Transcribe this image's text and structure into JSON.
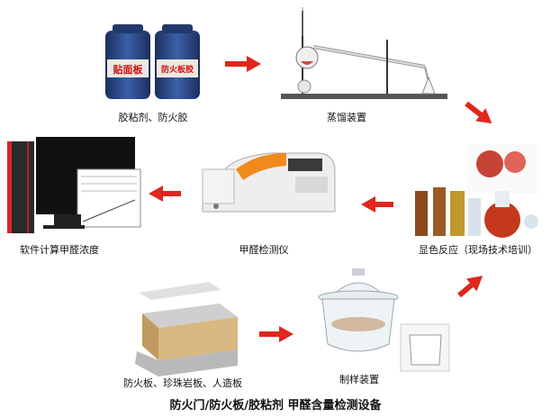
{
  "nodes": {
    "glue": {
      "caption": "胶粘剂、防火胶",
      "label_left": "贴面板",
      "label_right": "防火板胶"
    },
    "distill": {
      "caption": "蒸馏装置"
    },
    "color": {
      "caption": "显色反应（现场技术培训）"
    },
    "meter": {
      "caption": "甲醛检测仪"
    },
    "software": {
      "caption": "软件计算甲醛浓度"
    },
    "boards": {
      "caption": "防火板、珍珠岩板、人造板"
    },
    "prep": {
      "caption": "制样装置"
    }
  },
  "title": "防火门/防火板/胶粘剂  甲醛含量检测设备",
  "colors": {
    "arrow": "#e0261d",
    "drum": "#2a4a8a",
    "text": "#111111"
  }
}
